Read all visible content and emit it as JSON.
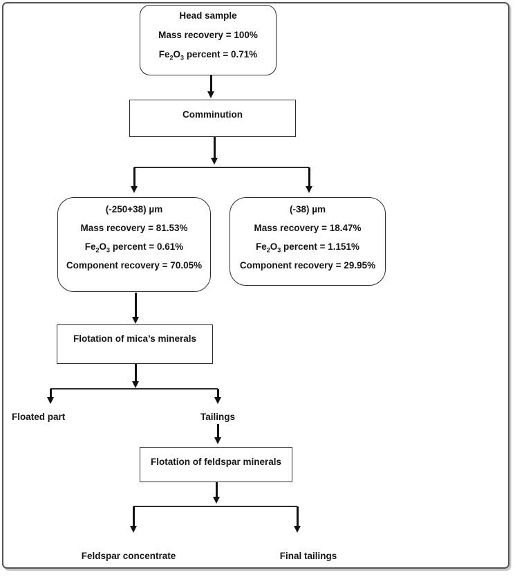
{
  "frame": {
    "border_color": "#555555",
    "background": "#ffffff"
  },
  "chem": {
    "fe": "Fe",
    "sub2": "2",
    "o": "O",
    "sub3": "3"
  },
  "nodes": {
    "head": {
      "title": "Head sample",
      "mass": "Mass recovery = 100%",
      "fe2o3_rest": " percent = 0.71%"
    },
    "comminution": {
      "label": "Comminution"
    },
    "coarse": {
      "size": "(-250+38) µm",
      "mass": "Mass recovery = 81.53%",
      "fe2o3_rest": " percent = 0.61%",
      "component": "Component recovery = 70.05%"
    },
    "fine": {
      "size": "(-38) µm",
      "mass": "Mass recovery = 18.47%",
      "fe2o3_rest": " percent = 1.151%",
      "component": "Component recovery = 29.95%"
    },
    "mica_flotation": {
      "label": "Flotation of mica’s minerals"
    },
    "feldspar_flotation": {
      "label": "Flotation of feldspar minerals"
    }
  },
  "labels": {
    "floated_part": "Floated part",
    "tailings": "Tailings",
    "feldspar_concentrate": "Feldspar concentrate",
    "final_tailings": "Final tailings"
  }
}
